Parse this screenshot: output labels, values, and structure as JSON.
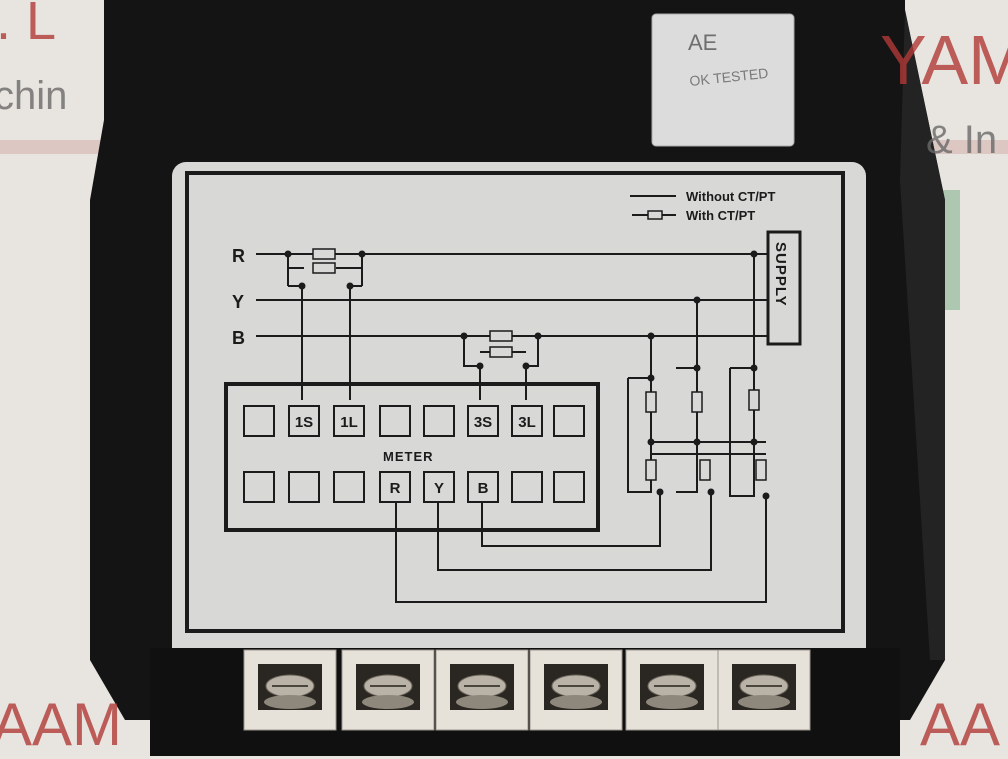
{
  "background_text": {
    "top_left": ". L",
    "left": "chin",
    "top_right": "YAM",
    "right": "& In",
    "bottom_left": "AAM",
    "bottom_right": "AA I"
  },
  "sticker": {
    "line1": "AE",
    "line2": "OK TESTED"
  },
  "legend": {
    "without": "Without CT/PT",
    "with": "With CT/PT"
  },
  "phases": {
    "r": "R",
    "y": "Y",
    "b": "B"
  },
  "supply": "SUPPLY",
  "meter": {
    "label": "METER",
    "top_terminals": [
      "",
      "1S",
      "1L",
      "",
      "",
      "3S",
      "3L",
      ""
    ],
    "bottom_terminals": [
      "",
      "",
      "",
      "R",
      "Y",
      "B",
      "",
      ""
    ]
  },
  "colors": {
    "device_body": "#141414",
    "label_plate": "#d9d9d9",
    "ink": "#1b1b1b",
    "terminal_block": "#e8e4dc"
  }
}
